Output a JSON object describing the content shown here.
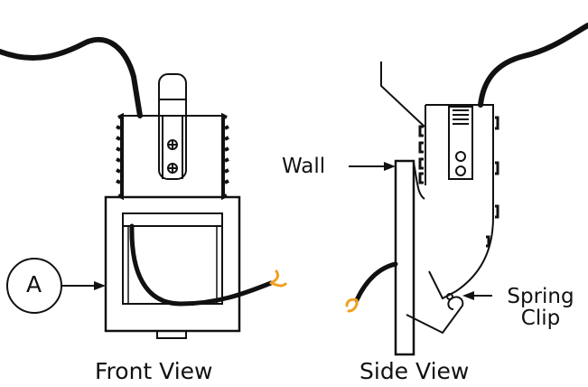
{
  "labels": {
    "callout": "A",
    "wall": "Wall",
    "spring_line1": "Spring",
    "spring_line2": "Clip",
    "front_view": "Front View",
    "side_view": "Side View"
  },
  "colors": {
    "line": "#111111",
    "wire_tip": "#f0a020"
  }
}
